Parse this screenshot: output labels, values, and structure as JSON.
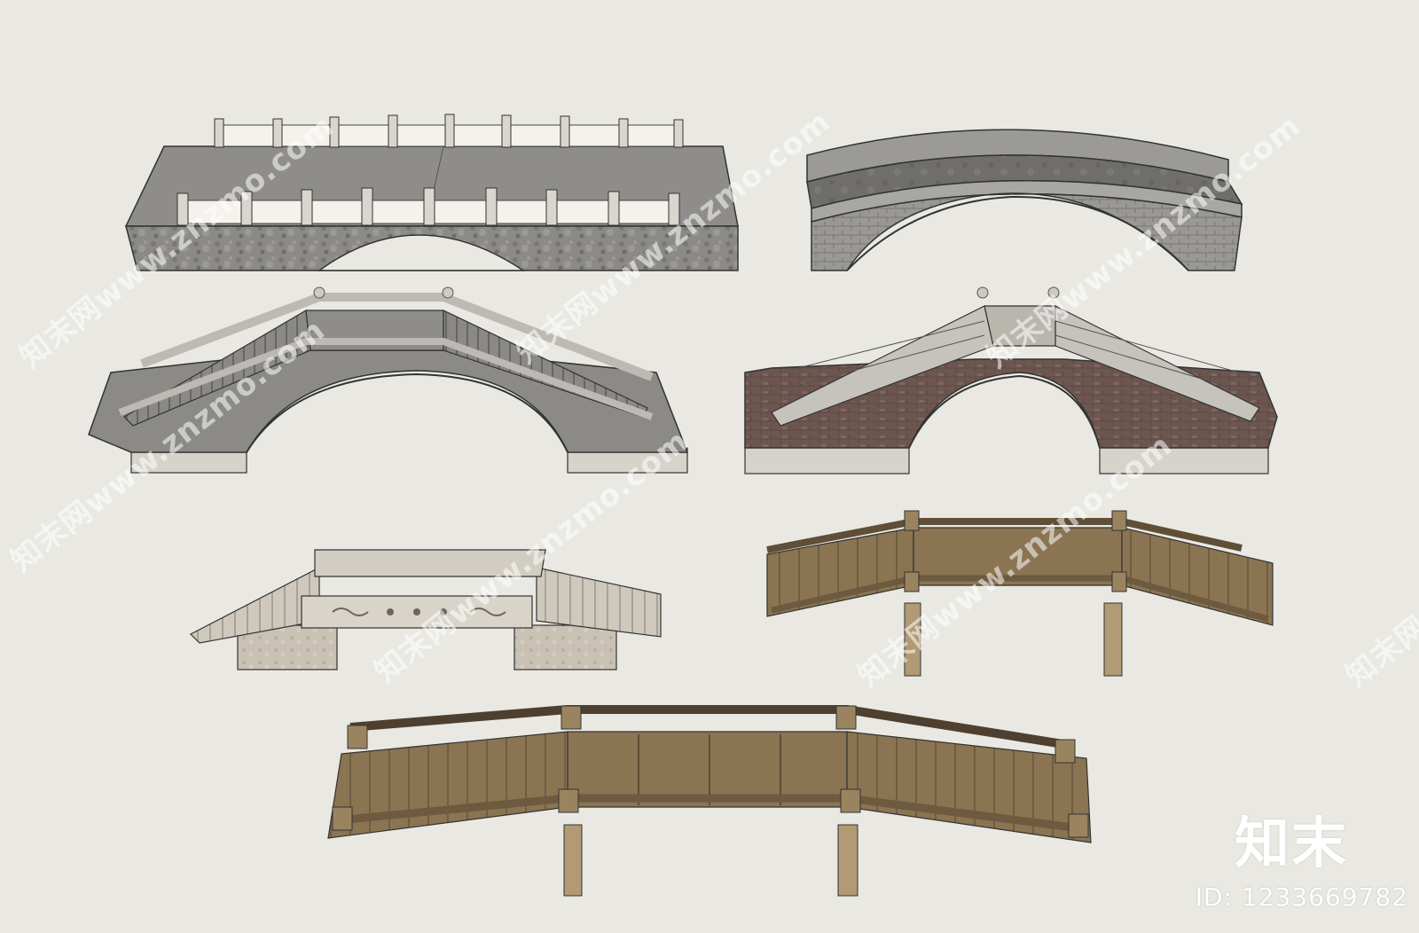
{
  "watermark_text": "知末网www.znzmo.com",
  "brand": {
    "logo_text": "知末"
  },
  "image_id": {
    "label": "ID:",
    "value": "1233669782",
    "full": "ID: 1233669782"
  },
  "colors": {
    "background": "#e9e8e2",
    "stone_gray": "#8b8a87",
    "stone_dark": "#6d6c6a",
    "brick_red": "#6d5650",
    "wood": "#8a7452",
    "wood_dark": "#5f4f37",
    "base_light": "#d6d3cb",
    "rail_white": "#f3f2ec",
    "stone_beige": "#c9c2b4"
  },
  "bridges": [
    {
      "id": "flat-stone-bridge-with-railings",
      "material": "stone"
    },
    {
      "id": "arched-brick-bridge",
      "material": "brick"
    },
    {
      "id": "stone-arch-bridge-with-steps",
      "material": "stone"
    },
    {
      "id": "red-brick-arch-bridge-with-steps",
      "material": "brick"
    },
    {
      "id": "small-stone-step-bridge",
      "material": "stone"
    },
    {
      "id": "wooden-bridge-small",
      "material": "wood"
    },
    {
      "id": "wooden-bridge-large",
      "material": "wood"
    }
  ]
}
